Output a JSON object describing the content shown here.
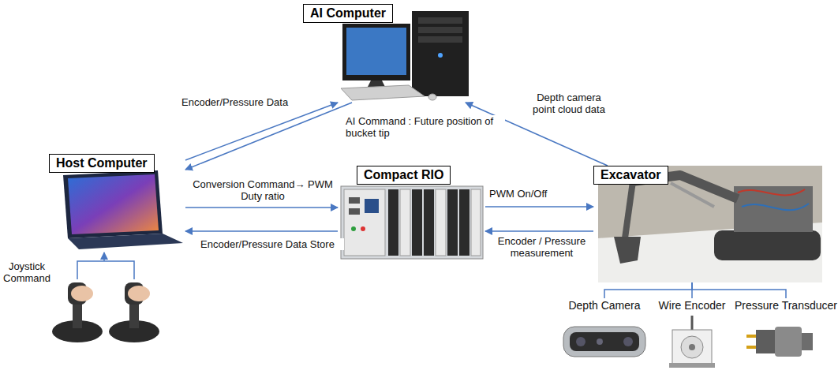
{
  "diagram": {
    "nodes": [
      {
        "text": [
          "AI Computer"
        ]
      },
      {
        "text": [
          "Host Computer"
        ]
      },
      {
        "text": [
          "Compact RIO"
        ]
      },
      {
        "text": [
          "Excavator"
        ]
      },
      {
        "text": [
          "Depth Camera"
        ]
      },
      {
        "text": [
          "Wire Encoder"
        ]
      },
      {
        "text": [
          "Pressure Transducer"
        ]
      }
    ],
    "edges": [
      {
        "from": 1,
        "to": 0,
        "label": "Encoder/Pressure Data",
        "arrow": "to"
      },
      {
        "from": 0,
        "to": 1,
        "label": "AI Command : Future position of bucket tip",
        "arrow": "to"
      },
      {
        "from": 3,
        "to": 0,
        "label": "Depth camera point cloud data",
        "arrow": "to"
      },
      {
        "from": 1,
        "to": 2,
        "label": "Conversion Command→ PWM Duty ratio",
        "arrow": "to"
      },
      {
        "from": 2,
        "to": 1,
        "label": "Encoder/Pressure Data Store",
        "arrow": "to"
      },
      {
        "from": 2,
        "to": 3,
        "label": "PWM On/Off",
        "arrow": "to"
      },
      {
        "from": 3,
        "to": 2,
        "label": "Encoder / Pressure measurement",
        "arrow": "to"
      },
      {
        "from": 3,
        "to": 4,
        "arrow": "none"
      },
      {
        "from": 3,
        "to": 5,
        "arrow": "none"
      },
      {
        "from": 3,
        "to": 6,
        "arrow": "none"
      }
    ],
    "labels": [
      "Joystick Command"
    ]
  }
}
